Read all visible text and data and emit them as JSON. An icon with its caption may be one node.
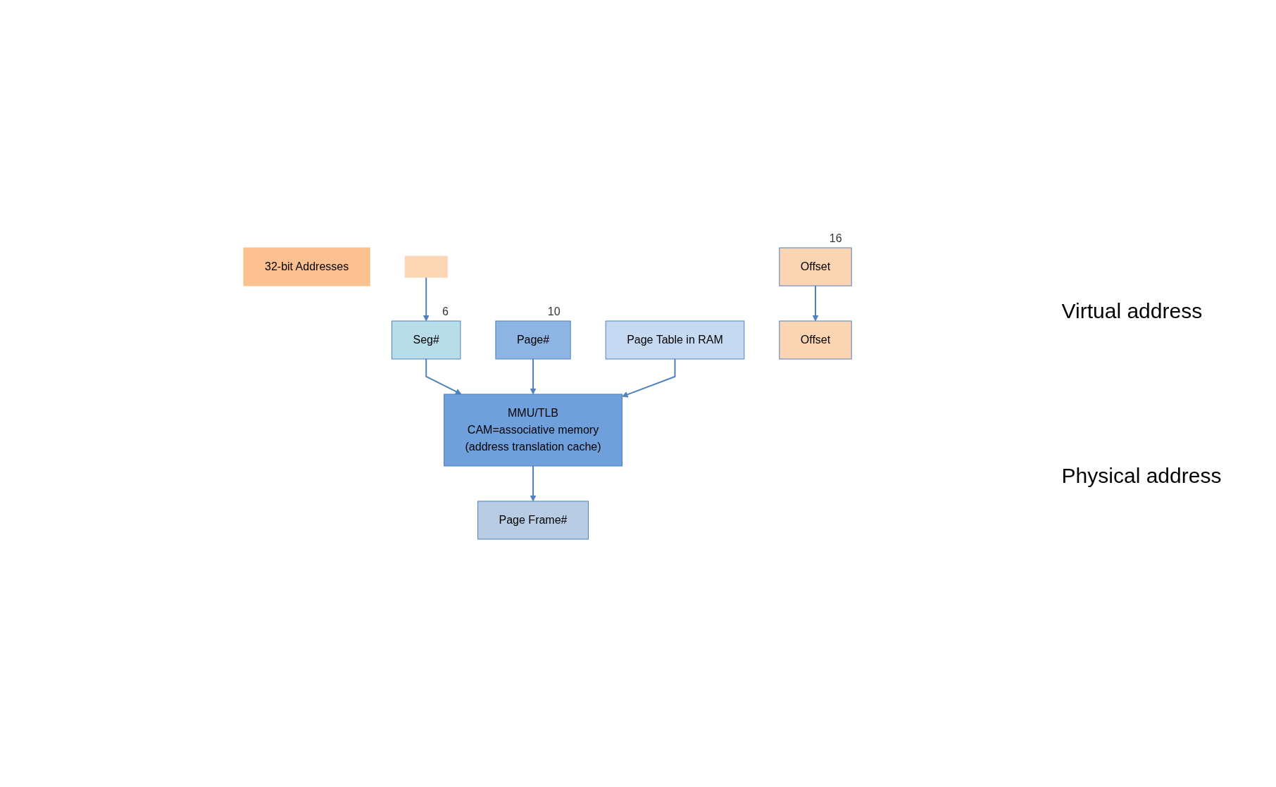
{
  "diagram": {
    "nodes": [
      {
        "text": [
          "32-bit Addresses"
        ]
      },
      {
        "text": [],
        "shape": "box"
      },
      {
        "text": [
          "Seg#"
        ],
        "beside": [
          "6"
        ]
      },
      {
        "text": [
          "Page#"
        ],
        "beside": [
          "10"
        ]
      },
      {
        "text": [
          "Offset"
        ],
        "beside": [
          "16"
        ]
      },
      {
        "text": [
          "Page Table in RAM"
        ]
      },
      {
        "text": [
          "MMU/TLB",
          "CAM=associative memory",
          "(address translation cache)"
        ]
      },
      {
        "text": [
          "Page Frame#"
        ]
      },
      {
        "text": [
          "Offset"
        ]
      }
    ],
    "edges": [
      {
        "from": 1,
        "to": 2,
        "arrow": "to"
      },
      {
        "from": 2,
        "to": 6,
        "arrow": "to"
      },
      {
        "from": 3,
        "to": 6,
        "arrow": "to"
      },
      {
        "from": 5,
        "to": 6,
        "arrow": "to"
      },
      {
        "from": 6,
        "to": 7,
        "arrow": "to"
      },
      {
        "from": 4,
        "to": 8,
        "arrow": "to"
      }
    ],
    "labels": [
      "Virtual address",
      "Physical address"
    ]
  }
}
